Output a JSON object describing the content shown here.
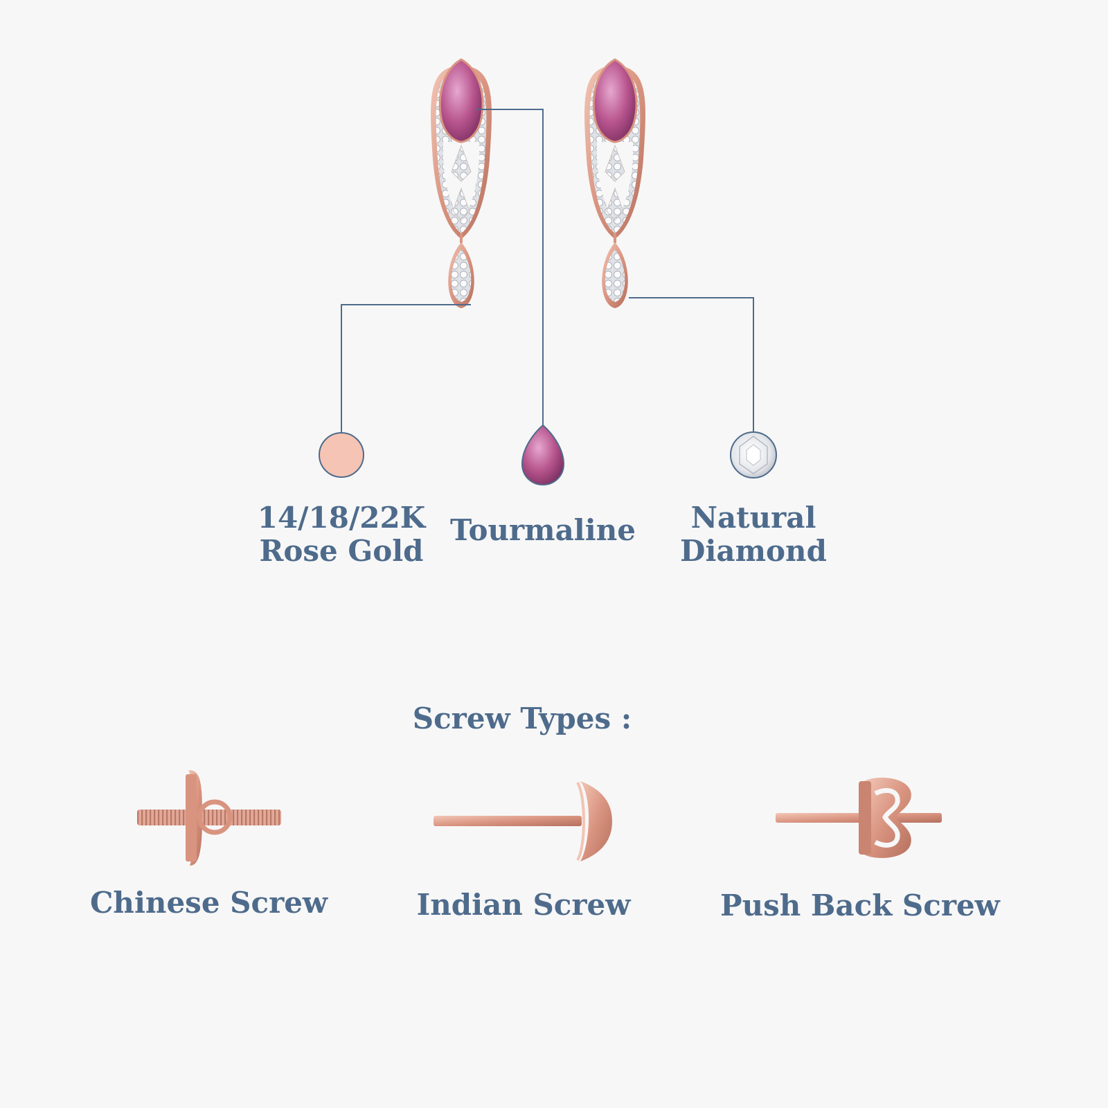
{
  "materials": [
    {
      "id": "metal",
      "line1": "14/18/22K",
      "line2": "Rose Gold",
      "swatch_color": "#f5c4b4"
    },
    {
      "id": "gem",
      "name": "Tourmaline",
      "swatch_color": "#b8558e"
    },
    {
      "id": "diamond",
      "line1": "Natural",
      "line2": "Diamond"
    }
  ],
  "screw_types": {
    "heading": "Screw Types :",
    "items": [
      {
        "name": "Chinese Screw",
        "icon": "chinese-screw-icon"
      },
      {
        "name": "Indian Screw",
        "icon": "indian-screw-icon"
      },
      {
        "name": "Push Back Screw",
        "icon": "push-back-screw-icon"
      }
    ]
  },
  "colors": {
    "text": "#4e6b8c",
    "connector": "#4e6b8c",
    "rose_gold": "#e2a898",
    "background": "#f7f7f7"
  }
}
